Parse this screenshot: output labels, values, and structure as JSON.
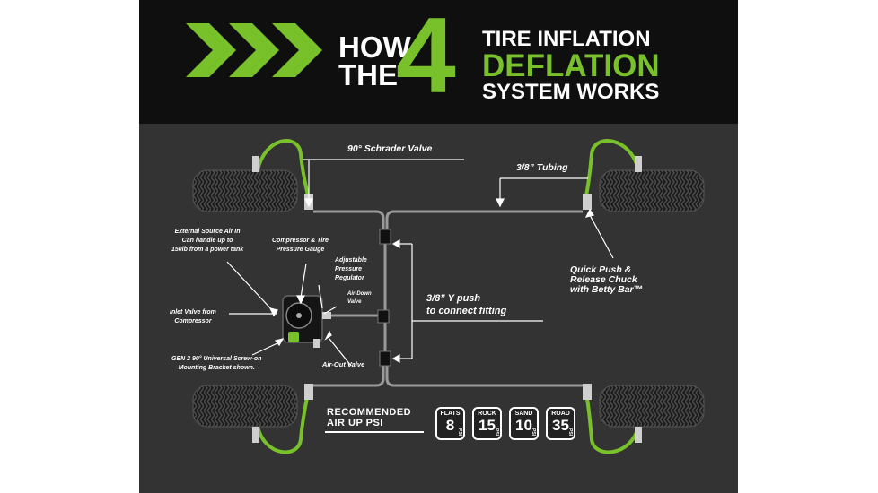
{
  "header": {
    "how_line1": "HOW",
    "how_line2": "THE",
    "number": "4",
    "title_line1": "TIRE INFLATION",
    "title_line2": "DEFLATION",
    "title_line3": "SYSTEM WORKS"
  },
  "labels": {
    "schrader_valve": "90° Schrader Valve",
    "tubing": "3/8” Tubing",
    "external_air_l1": "External Source Air In",
    "external_air_l2": "Can handle up to",
    "external_air_l3": "150lb from a power tank",
    "gauge_l1": "Compressor & Tire",
    "gauge_l2": "Pressure Gauge",
    "regulator_l1": "Adjustable",
    "regulator_l2": "Pressure",
    "regulator_l3": "Regulator",
    "air_down_l1": "Air-Down",
    "air_down_l2": "Valve",
    "inlet_l1": "Inlet Valve from",
    "inlet_l2": "Compressor",
    "bracket_l1": "GEN 2 90° Universal Screw-on",
    "bracket_l2": "Mounting Bracket shown.",
    "air_out": "Air-Out Valve",
    "y_push_l1": "3/8” Y push",
    "y_push_l2": "to connect fitting",
    "chuck_l1": "Quick Push &",
    "chuck_l2": "Release Chuck",
    "chuck_l3": "with Betty Bar™"
  },
  "recommended": {
    "line1": "RECOMMENDED",
    "line2": "AIR UP PSI",
    "unit": "PSI",
    "items": [
      {
        "name": "FLATS",
        "value": "8"
      },
      {
        "name": "ROCK",
        "value": "15"
      },
      {
        "name": "SAND",
        "value": "10"
      },
      {
        "name": "ROAD",
        "value": "35"
      }
    ]
  },
  "colors": {
    "green": "#79c12a",
    "panel": "#333333",
    "header": "#0f0f0f",
    "hose": "#9a9a9a"
  }
}
